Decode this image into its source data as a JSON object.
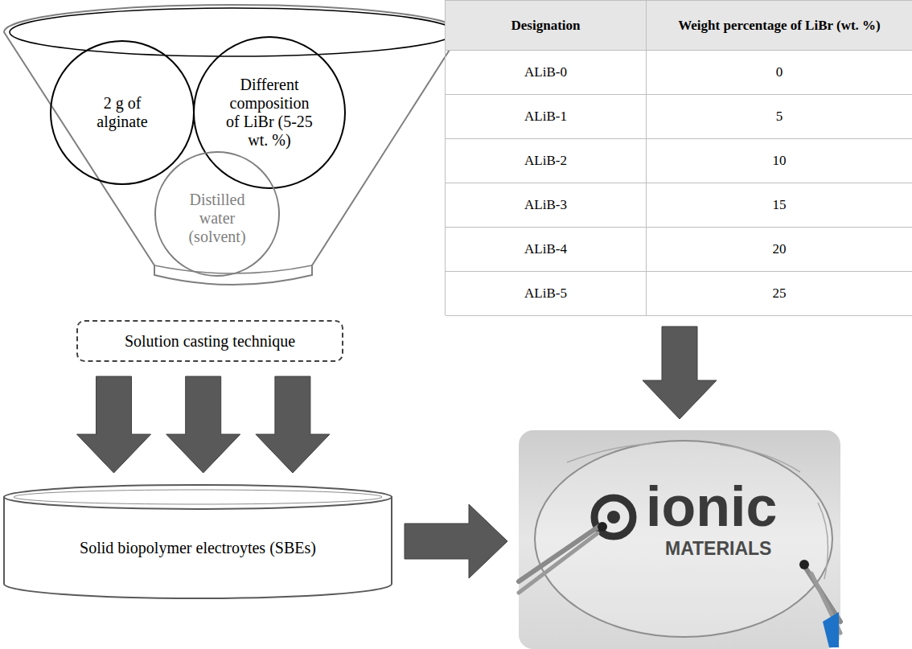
{
  "diagram": {
    "nodes": [
      {
        "text": [
          "2 g of alginate"
        ]
      },
      {
        "text": [
          "Different composition of LiBr (5-25 wt. %)"
        ]
      },
      {
        "text": [
          "Distilled water (solvent)"
        ]
      },
      {
        "text": [
          "Solution casting technique"
        ]
      },
      {
        "text": [
          "Solid biopolymer electroytes (SBEs)"
        ]
      },
      {
        "text": [
          "Designation",
          "Weight percentage of LiBr (wt. %)",
          "ALiB-0",
          "0",
          "ALiB-1",
          "5",
          "ALiB-2",
          "10",
          "ALiB-3",
          "15",
          "ALiB-4",
          "20",
          "ALiB-5",
          "25"
        ]
      },
      {
        "text": [
          "ionic",
          "MATERIALS"
        ]
      }
    ],
    "edges": [
      {
        "from": 3,
        "to": 4,
        "arrow": "to"
      },
      {
        "from": 3,
        "to": 4,
        "arrow": "to"
      },
      {
        "from": 3,
        "to": 4,
        "arrow": "to"
      },
      {
        "from": 4,
        "to": 6,
        "arrow": "to"
      },
      {
        "from": 5,
        "to": 6,
        "arrow": "to"
      }
    ]
  }
}
